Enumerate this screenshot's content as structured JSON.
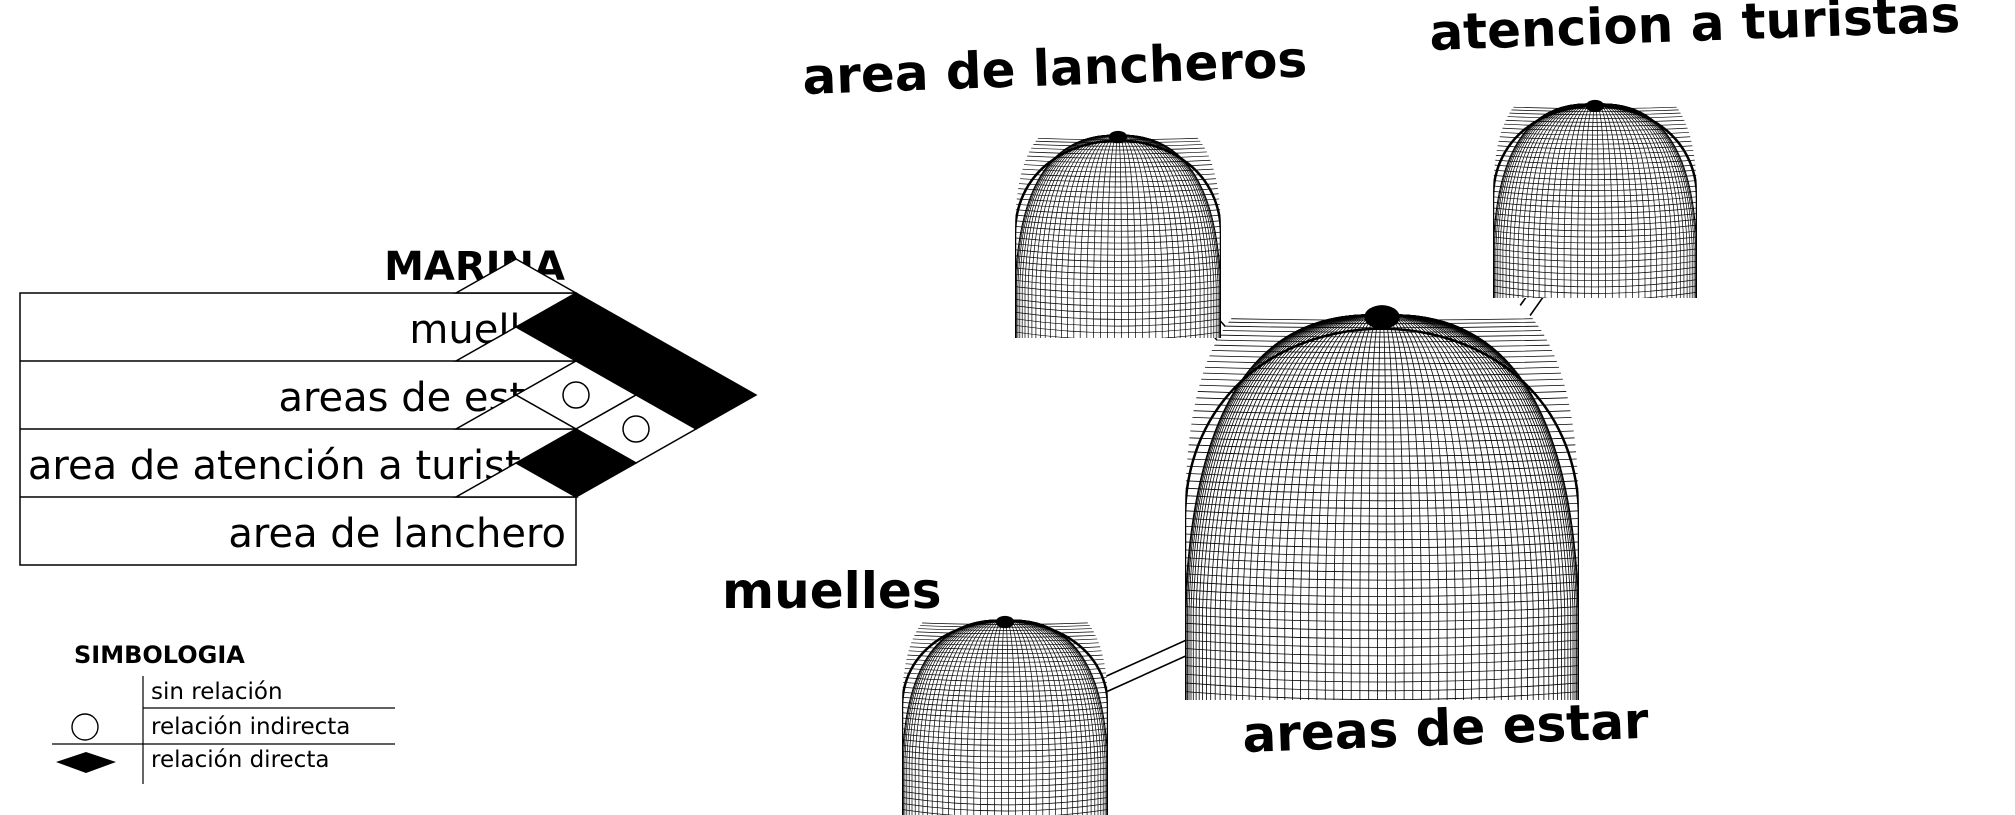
{
  "matrix": {
    "title": "MARINA",
    "items": [
      "muelles",
      "areas de estar",
      "area de atención a turistas",
      "area de lanchero"
    ],
    "relations": [
      {
        "from": 0,
        "to": 1,
        "type": "directa"
      },
      {
        "from": 0,
        "to": 2,
        "type": "directa"
      },
      {
        "from": 0,
        "to": 3,
        "type": "directa"
      },
      {
        "from": 1,
        "to": 2,
        "type": "indirecta"
      },
      {
        "from": 1,
        "to": 3,
        "type": "indirecta"
      },
      {
        "from": 2,
        "to": 3,
        "type": "directa"
      }
    ]
  },
  "legend": {
    "title": "SIMBOLOGIA",
    "items": [
      {
        "symbol": "none",
        "label": "sin relación"
      },
      {
        "symbol": "circle",
        "label": "relación indirecta"
      },
      {
        "symbol": "diamond",
        "label": "relación directa"
      }
    ]
  },
  "bubbles": {
    "lancheros": "area de lancheros",
    "turistas": "atencion a turistas",
    "estar": "areas de estar",
    "muelles": "muelles"
  },
  "colors": {
    "ink": "#000000",
    "paper": "#ffffff"
  }
}
